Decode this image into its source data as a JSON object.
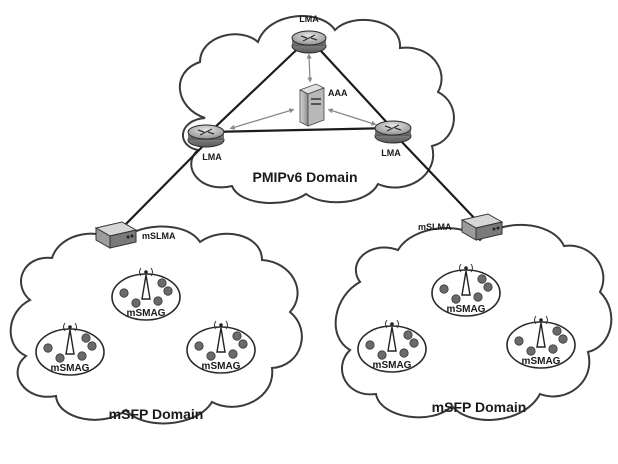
{
  "labels": {
    "lma_top": "LMA",
    "lma_left": "LMA",
    "lma_right": "LMA",
    "aaa": "AAA",
    "pmip_domain": "PMIPv6 Domain",
    "mslma_left": "mSLMA",
    "mslma_right": "mSLMA",
    "msfp_domain_left": "mSFP Domain",
    "msfp_domain_right": "mSFP Domain",
    "msmag_left_top": "mSMAG",
    "msmag_left_left": "mSMAG",
    "msmag_left_right": "mSMAG",
    "msmag_right_top": "mSMAG",
    "msmag_right_left": "mSMAG",
    "msmag_right_right": "mSMAG"
  },
  "icons": {
    "router": "router-icon",
    "server": "aaa-server-icon",
    "gateway": "mslma-gateway-icon",
    "antenna": "antenna-icon",
    "mobile_node": "mobile-node-icon"
  },
  "colors": {
    "router_body": "#8c8c8c",
    "router_top": "#c8c8c8",
    "outline": "#2a2a2a",
    "node": "#6a6a6a"
  }
}
